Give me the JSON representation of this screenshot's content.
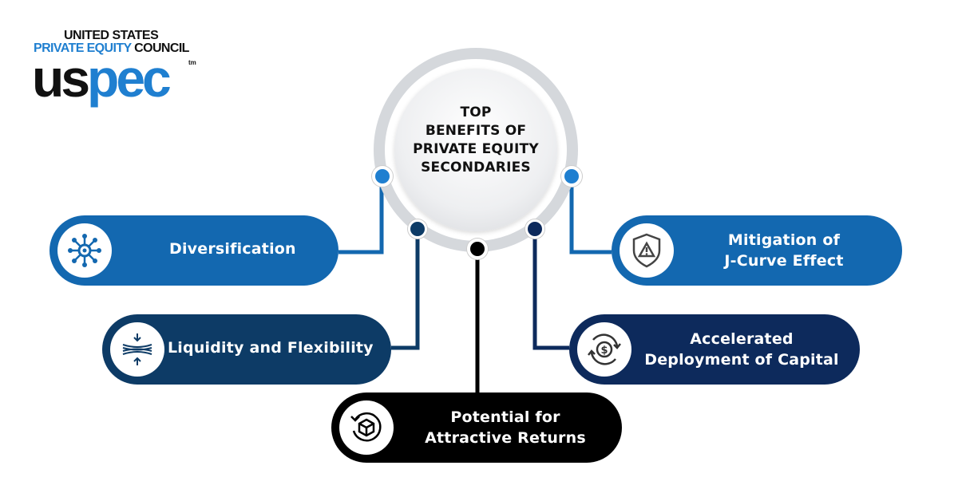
{
  "logo": {
    "line1": "UNITED STATES",
    "line2_a": "PRIVATE EQUITY",
    "line2_b": "COUNCIL",
    "mark_a": "us",
    "mark_b": "pec",
    "tm": "tm"
  },
  "center": {
    "title_lines": [
      "TOP",
      "BENEFITS OF",
      "PRIVATE EQUITY",
      "SECONDARIES"
    ]
  },
  "benefits": {
    "diversification": {
      "label": "Diversification",
      "icon": "network-hub-icon",
      "color": "#1368b0"
    },
    "liquidity": {
      "label": "Liquidity and Flexibility",
      "icon": "compress-waves-icon",
      "color": "#0d3b66"
    },
    "potential": {
      "label_line1": "Potential for",
      "label_line2": "Attractive Returns",
      "icon": "cube-return-icon",
      "color": "#000000"
    },
    "mitigation": {
      "label_line1": "Mitigation of",
      "label_line2": "J-Curve Effect",
      "icon": "warning-shield-icon",
      "color": "#1368b0"
    },
    "accelerated": {
      "label_line1": "Accelerated",
      "label_line2": "Deployment of Capital",
      "icon": "dollar-cycle-icon",
      "color": "#0d2a5c"
    }
  }
}
